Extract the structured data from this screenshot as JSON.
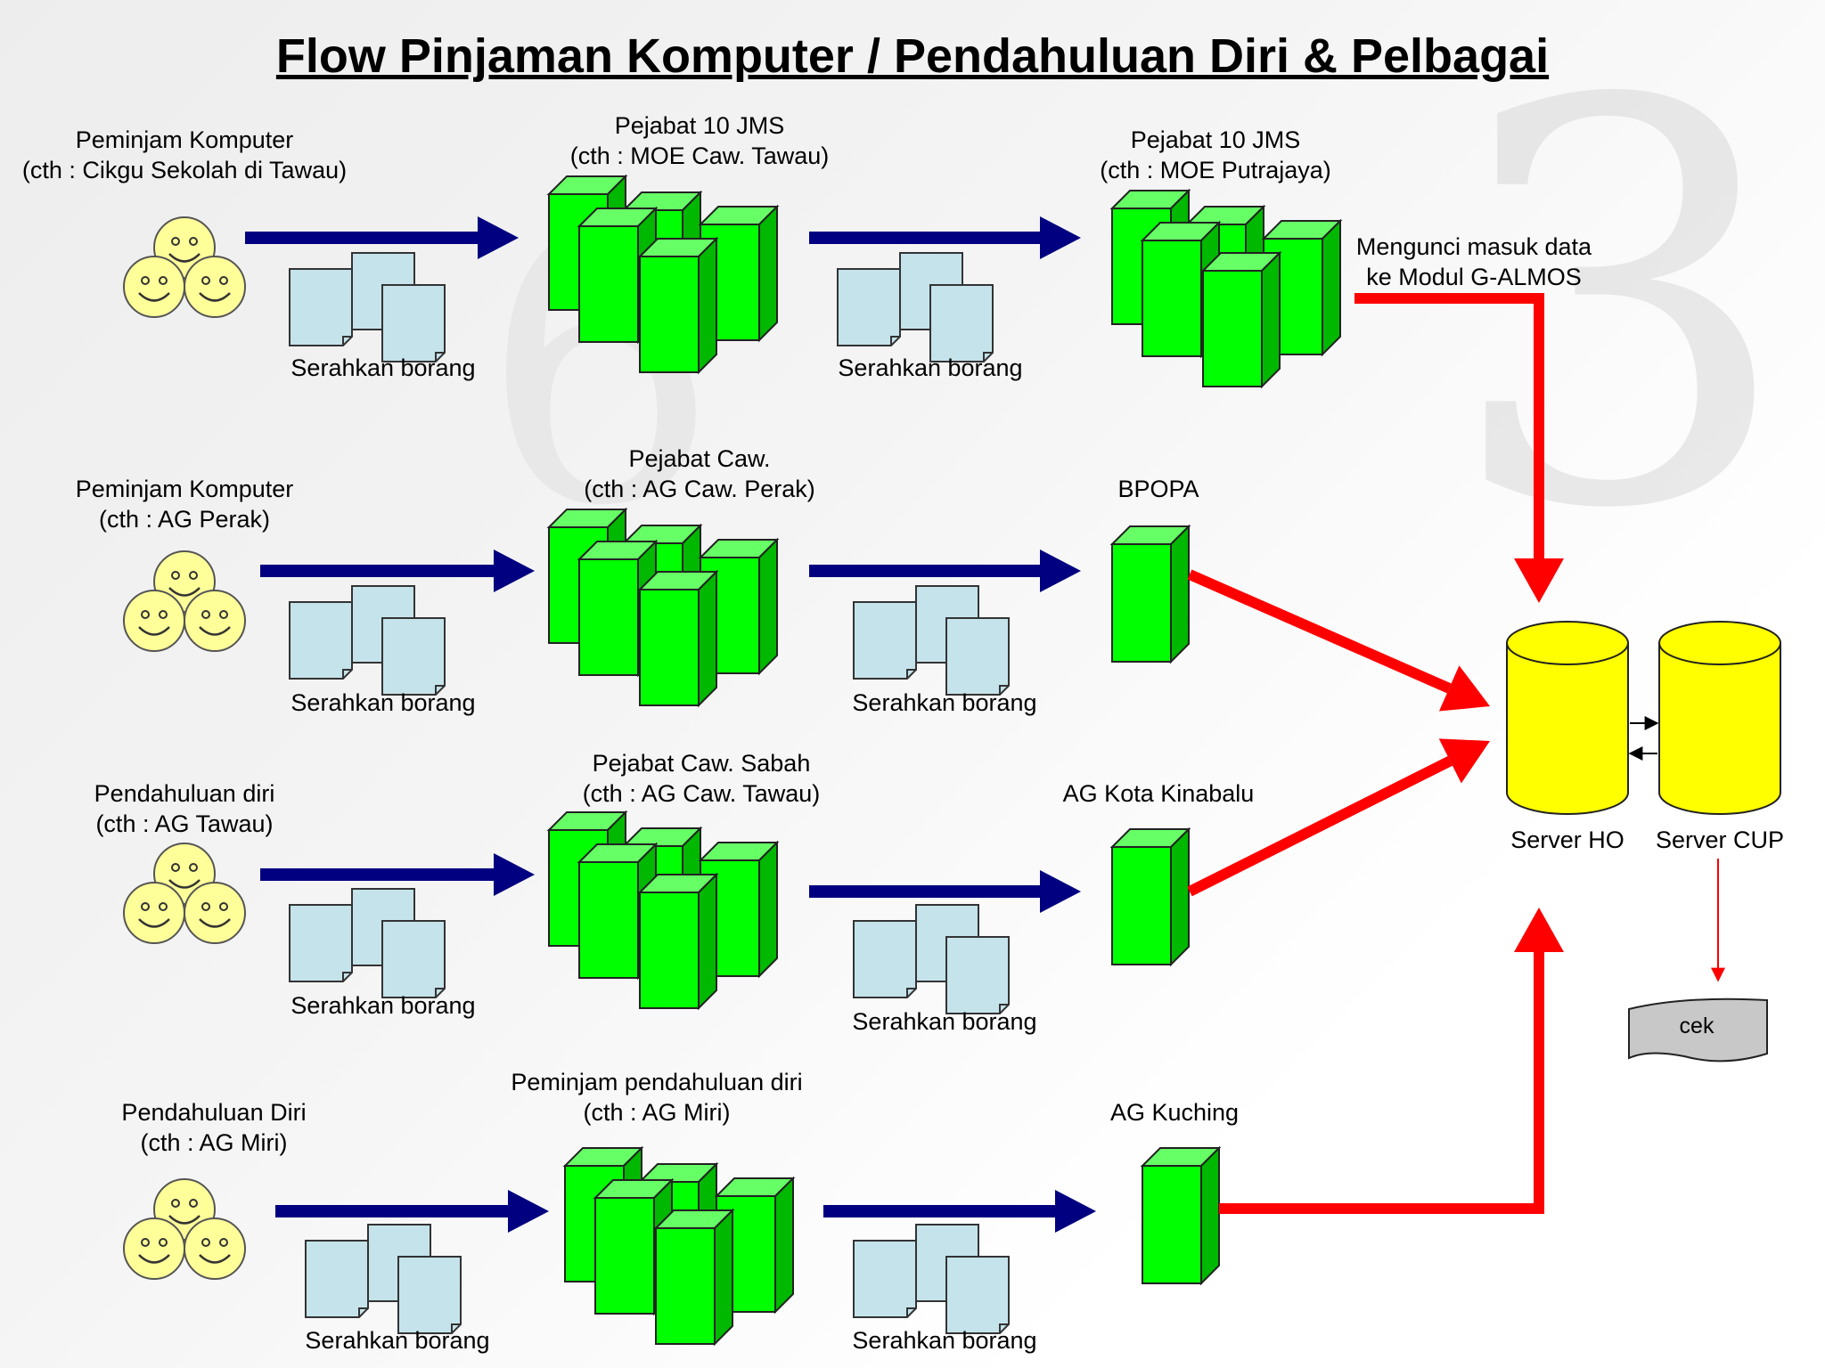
{
  "title": "Flow Pinjaman Komputer / Pendahuluan Diri & Pelbagai",
  "form_label": "Serahkan borang",
  "rows": [
    {
      "source": [
        "Peminjam Komputer",
        "(cth : Cikgu Sekolah di  Tawau)"
      ],
      "office": [
        "Pejabat 10 JMS",
        "(cth : MOE Caw. Tawau)"
      ],
      "target": [
        "Pejabat 10 JMS",
        "(cth : MOE Putrajaya)"
      ]
    },
    {
      "source": [
        "Peminjam Komputer",
        "(cth : AG Perak)"
      ],
      "office": [
        "Pejabat Caw.",
        "(cth : AG  Caw. Perak)"
      ],
      "target": [
        "BPOPA"
      ]
    },
    {
      "source": [
        "Pendahuluan diri",
        "(cth : AG Tawau)"
      ],
      "office": [
        "Pejabat Caw. Sabah",
        "(cth : AG  Caw. Tawau)"
      ],
      "target": [
        "AG Kota Kinabalu"
      ]
    },
    {
      "source": [
        "Pendahuluan Diri",
        "(cth : AG Miri)"
      ],
      "office": [
        "Peminjam pendahuluan diri",
        "(cth : AG Miri)"
      ],
      "target": [
        "AG Kuching"
      ]
    }
  ],
  "key_in_note": [
    "Mengunci masuk data",
    "ke Modul G-ALMOS"
  ],
  "servers": [
    "Server HO",
    "Server CUP"
  ],
  "output": "cek",
  "colors": {
    "blue_arrow": "#000080",
    "red_arrow": "#ff0000",
    "building": "#00ff00",
    "document": "#c5e3eb",
    "database": "#ffff00",
    "face": "#ffff99"
  }
}
